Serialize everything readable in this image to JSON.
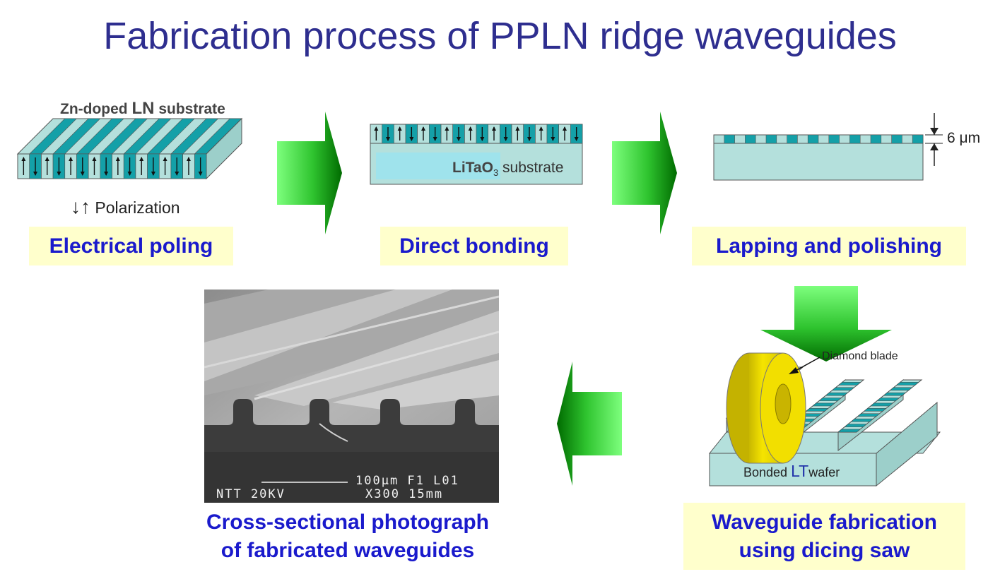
{
  "title": "Fabrication process of PPLN ridge waveguides",
  "steps": {
    "poling": {
      "caption": "Electrical poling",
      "substrate_label_prefix": "Zn-doped ",
      "substrate_label_ln": "LN",
      "substrate_label_suffix": " substrate",
      "polarization_label": "Polarization",
      "polarization_arrows": "↓↑"
    },
    "bonding": {
      "caption": "Direct bonding",
      "substrate_label_main": "LiTaO",
      "substrate_label_sub": "3",
      "substrate_label_suffix": " substrate"
    },
    "lapping": {
      "caption": "Lapping and polishing",
      "thickness_label": "6 μm"
    },
    "dicing": {
      "caption_line1": "Waveguide fabrication",
      "caption_line2": "using dicing saw",
      "blade_label": "Diamond blade",
      "wafer_label_prefix": "Bonded ",
      "wafer_label_lt": "LT",
      "wafer_label_suffix": "wafer"
    },
    "photo": {
      "caption_line1": "Cross-sectional photograph",
      "caption_line2": "of fabricated waveguides",
      "sem_line1": "100μm F1 L01",
      "sem_line2_left": "NTT  20KV",
      "sem_line2_right": "X300 15mm"
    }
  },
  "colors": {
    "title": "#2e2e8f",
    "caption_text": "#1a1acc",
    "caption_bg": "#ffffcc",
    "teal": "#14a0a8",
    "substrate": "#b4e0dc",
    "arrow_light": "#66ff66",
    "arrow_dark": "#007a00"
  }
}
